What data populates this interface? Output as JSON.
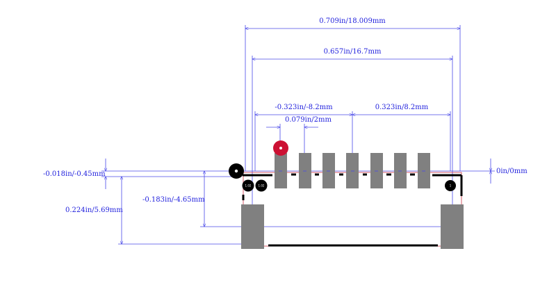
{
  "colors": {
    "dimension": "#4a4ae8",
    "pad": "#808080",
    "outline": "#000000",
    "courtyard": "#cc3344",
    "pin1": "#cc1133",
    "hole": "#000000"
  },
  "dimensions": {
    "overall_width": "0.709in/18.009mm",
    "hole_span": "0.657in/16.7mm",
    "left_pad_offset": "-0.323in/-8.2mm",
    "right_pad_offset": "0.323in/8.2mm",
    "pad_pitch": "0.079in/2mm",
    "left_vertical_small": "-0.018in/-0.45mm",
    "zero_ref": "0in/0mm",
    "mount_pad_y": "-0.183in/-4.65mm",
    "body_depth": "0.224in/5.69mm"
  },
  "pads": {
    "signal_count": 7,
    "hole_labels": [
      "1.02",
      "1.02",
      "1"
    ]
  }
}
